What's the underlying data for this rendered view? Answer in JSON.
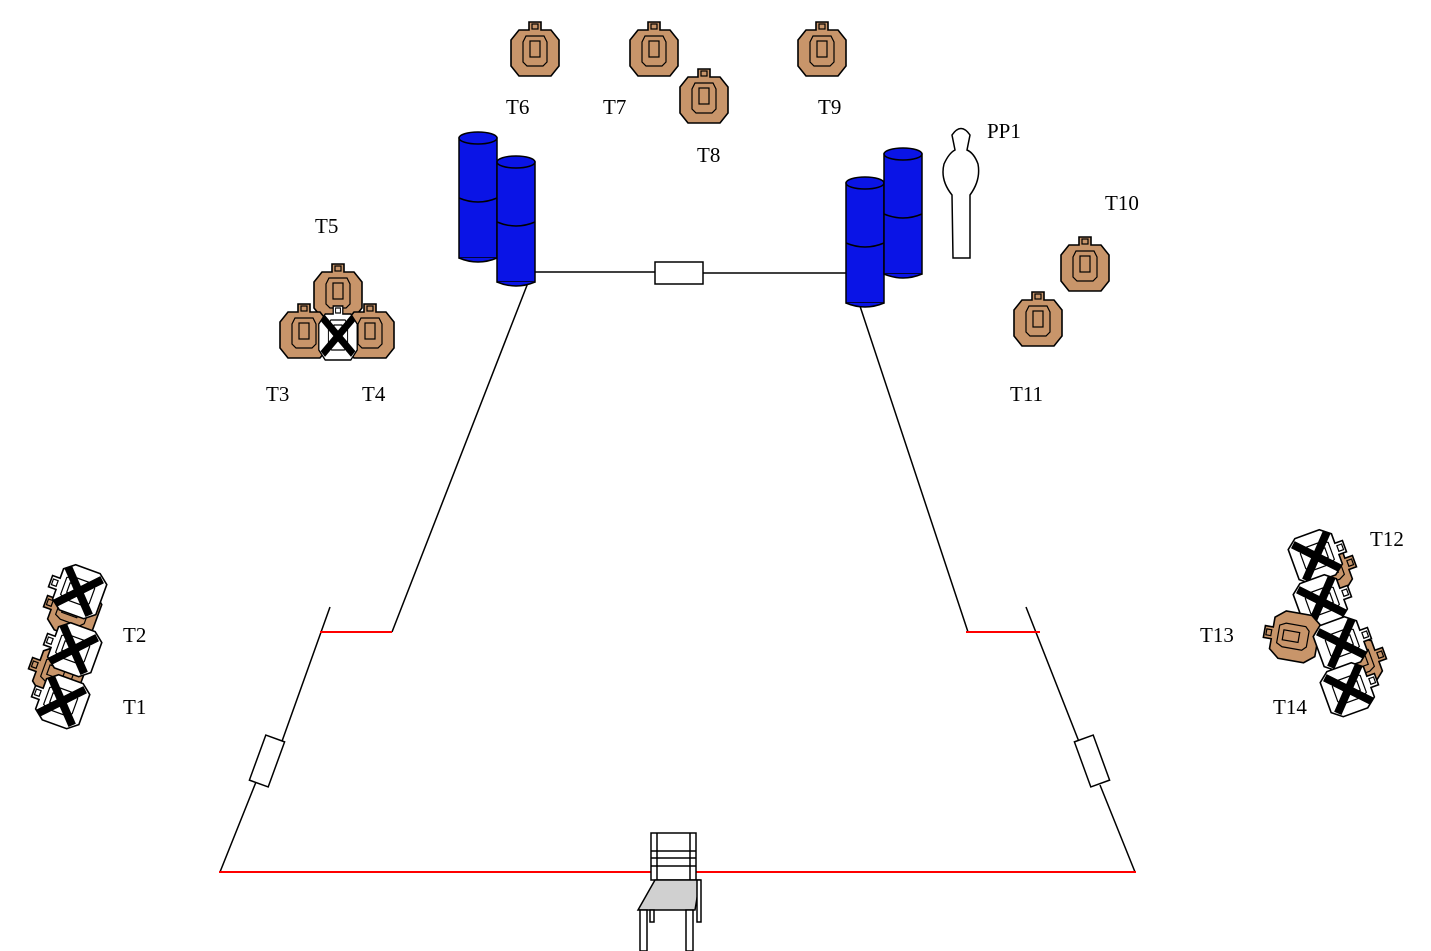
{
  "labels": {
    "t1": "T1",
    "t2": "T2",
    "t3": "T3",
    "t4": "T4",
    "t5": "T5",
    "t6": "T6",
    "t7": "T7",
    "t8": "T8",
    "t9": "T9",
    "t10": "T10",
    "t11": "T11",
    "t12": "T12",
    "t13": "T13",
    "t14": "T14",
    "pp1": "PP1"
  },
  "colors": {
    "shoot_target": "#c8956a",
    "no_shoot_target": "#ffffff",
    "barrel": "#0a14e6",
    "fault_line": "#ff0000",
    "wall_line": "#000000",
    "table_top": "#d0d0d0"
  }
}
